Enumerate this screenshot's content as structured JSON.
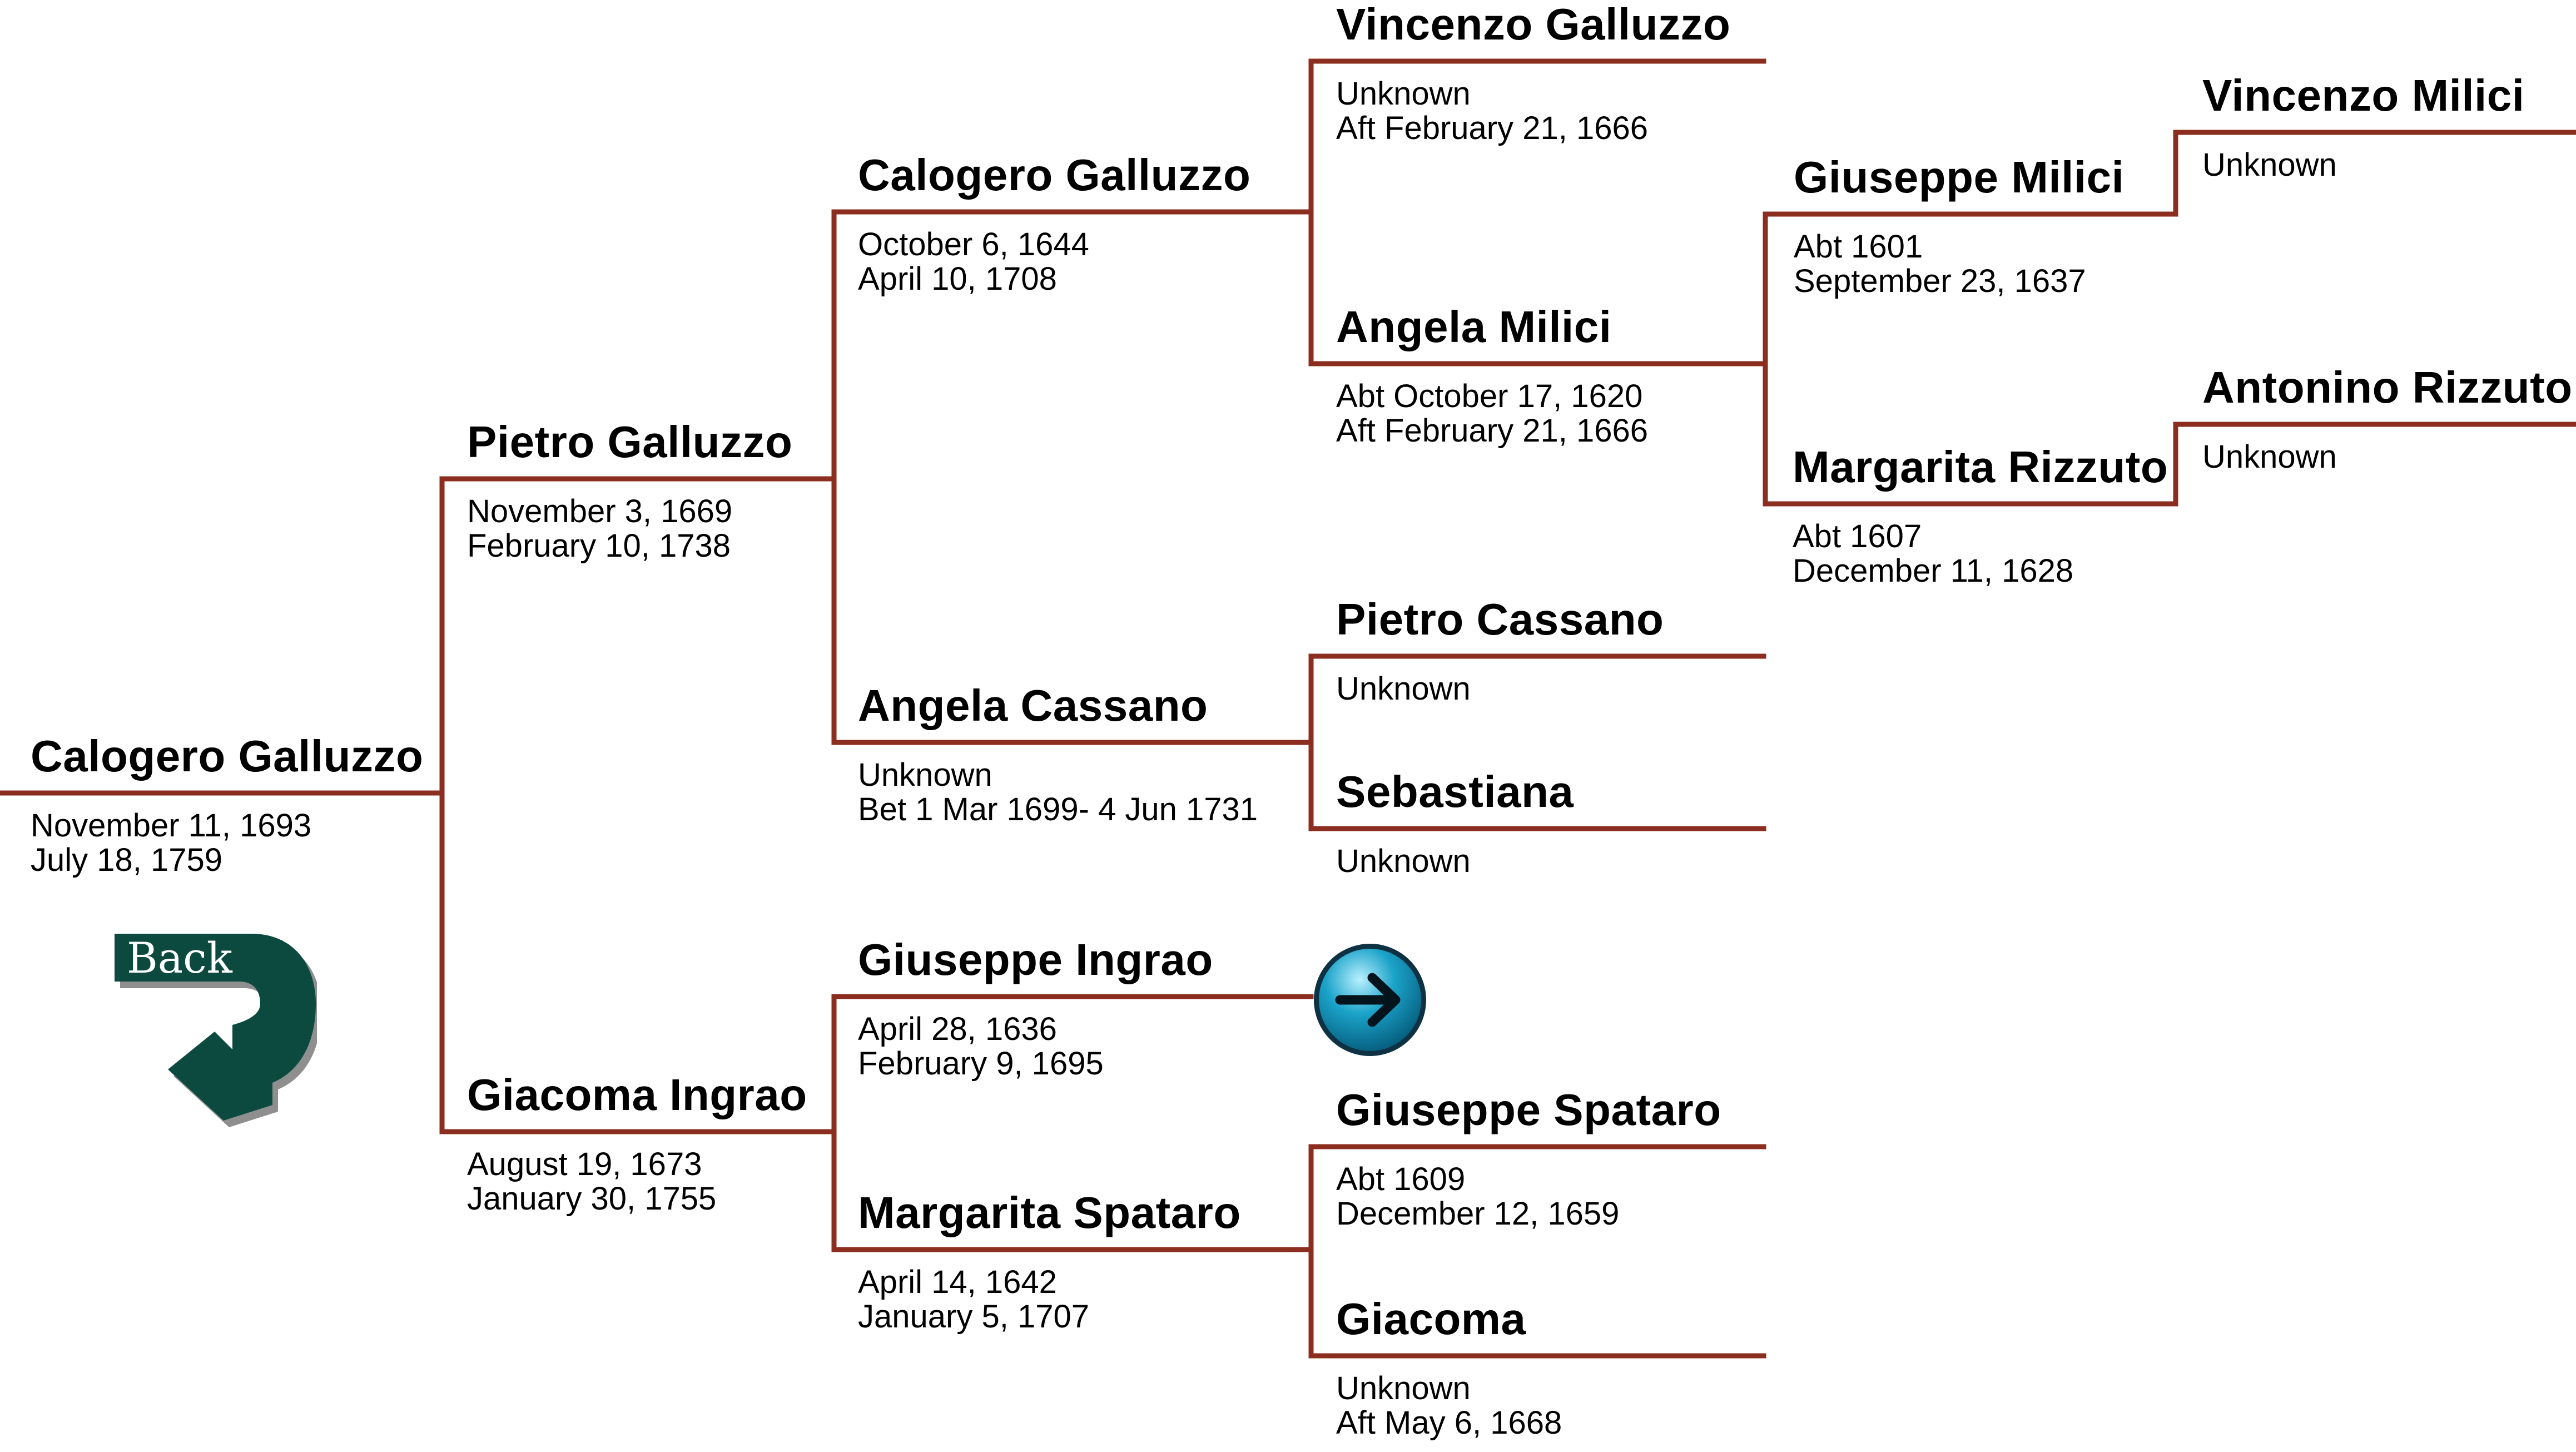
{
  "colors": {
    "connector": "#8b2e1f",
    "back_arrow": "#0c4a40",
    "next_button": "#1ba3c9"
  },
  "people": {
    "p1": {
      "name": "Calogero Galluzzo",
      "line1": "November 11, 1693",
      "line2": "July 18, 1759"
    },
    "p2": {
      "name": "Pietro Galluzzo",
      "line1": "November 3, 1669",
      "line2": "February 10, 1738"
    },
    "p3": {
      "name": "Giacoma Ingrao",
      "line1": "August 19, 1673",
      "line2": "January 30, 1755"
    },
    "p4": {
      "name": "Calogero Galluzzo",
      "line1": "October 6, 1644",
      "line2": "April 10, 1708"
    },
    "p5": {
      "name": "Angela Cassano",
      "line1": "Unknown",
      "line2": "Bet 1 Mar 1699- 4 Jun 1731"
    },
    "p6": {
      "name": "Giuseppe Ingrao",
      "line1": "April 28, 1636",
      "line2": "February 9, 1695"
    },
    "p7": {
      "name": "Margarita Spataro",
      "line1": "April 14, 1642",
      "line2": "January 5, 1707"
    },
    "p8": {
      "name": "Vincenzo Galluzzo",
      "line1": "Unknown",
      "line2": "Aft February 21, 1666"
    },
    "p9": {
      "name": "Angela Milici",
      "line1": "Abt October 17, 1620",
      "line2": "Aft February 21, 1666"
    },
    "p10": {
      "name": "Pietro Cassano",
      "line1": "Unknown",
      "line2": ""
    },
    "p11": {
      "name": "Sebastiana",
      "line1": "Unknown",
      "line2": ""
    },
    "p14": {
      "name": "Giuseppe Spataro",
      "line1": "Abt 1609",
      "line2": "December 12, 1659"
    },
    "p15": {
      "name": "Giacoma",
      "line1": "Unknown",
      "line2": "Aft May 6, 1668"
    },
    "p18": {
      "name": "Giuseppe Milici",
      "line1": "Abt 1601",
      "line2": "September 23, 1637"
    },
    "p19": {
      "name": "Margarita Rizzuto",
      "line1": "Abt 1607",
      "line2": "December 11, 1628"
    },
    "p36": {
      "name": "Vincenzo Milici",
      "line1": "Unknown",
      "line2": ""
    },
    "p38": {
      "name": "Antonino Rizzuto",
      "line1": "Unknown",
      "line2": ""
    }
  },
  "back_button": {
    "label": "Back"
  }
}
